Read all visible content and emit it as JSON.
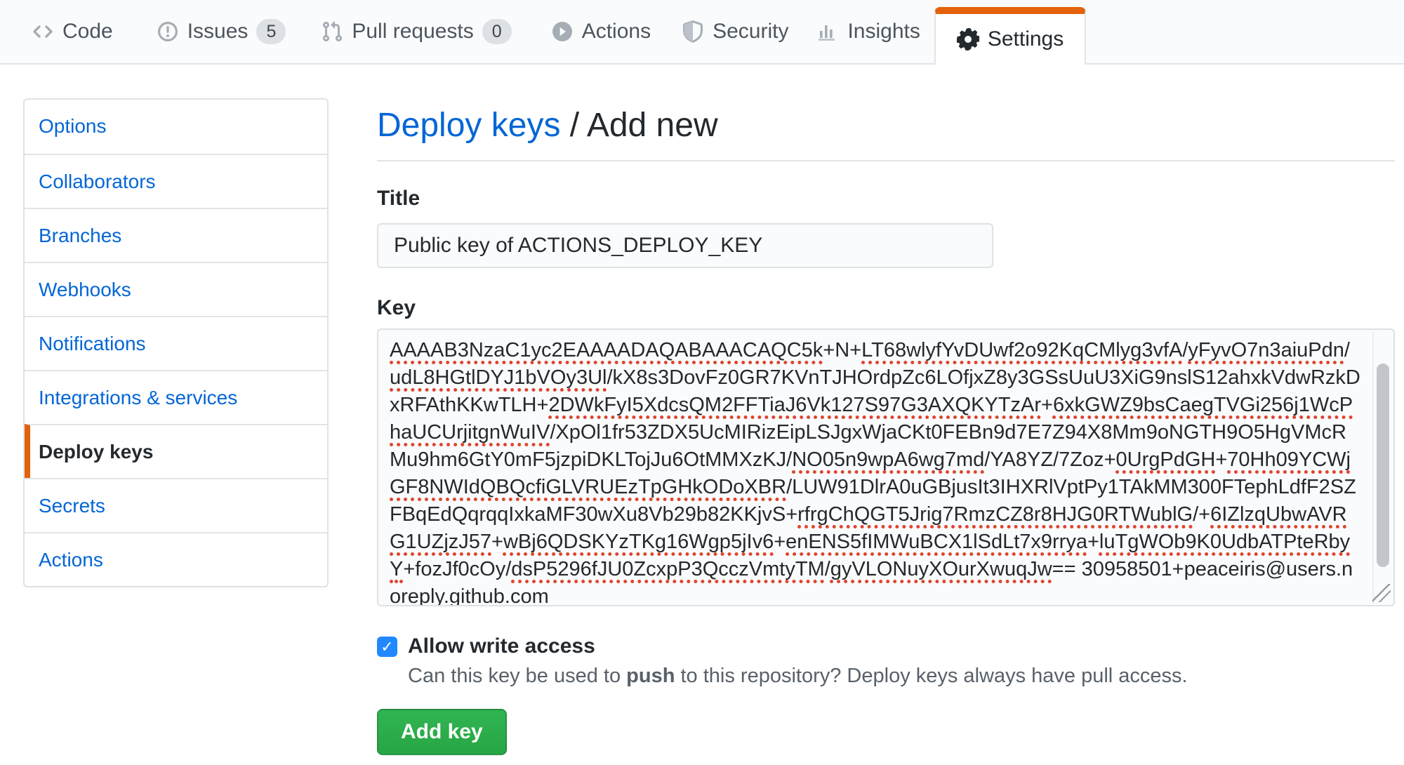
{
  "nav": {
    "tabs": [
      {
        "label": "Code",
        "icon": "code-icon"
      },
      {
        "label": "Issues",
        "icon": "issue-opened-icon",
        "badge": "5"
      },
      {
        "label": "Pull requests",
        "icon": "git-pull-request-icon",
        "badge": "0"
      },
      {
        "label": "Actions",
        "icon": "play-icon"
      },
      {
        "label": "Security",
        "icon": "shield-icon"
      },
      {
        "label": "Insights",
        "icon": "graph-icon"
      },
      {
        "label": "Settings",
        "icon": "gear-icon",
        "active": true
      }
    ]
  },
  "sidebar": {
    "items": [
      {
        "label": "Options"
      },
      {
        "label": "Collaborators"
      },
      {
        "label": "Branches"
      },
      {
        "label": "Webhooks"
      },
      {
        "label": "Notifications"
      },
      {
        "label": "Integrations & services"
      },
      {
        "label": "Deploy keys",
        "active": true
      },
      {
        "label": "Secrets"
      },
      {
        "label": "Actions"
      }
    ]
  },
  "main": {
    "breadcrumb": {
      "parent": "Deploy keys",
      "separator": " / ",
      "current": "Add new"
    },
    "title_field": {
      "label": "Title",
      "value": "Public key of ACTIONS_DEPLOY_KEY"
    },
    "key_field": {
      "label": "Key",
      "value": "AAAAB3NzaC1yc2EAAAADAQABAAACAQC5k+N+LT68wlyfYvDUwf2o92KqCMlyg3vfA/yFyvO7n3aiuPdn/udL8HGtlDYJ1bVOy3Ul/kX8s3DovFz0GR7KVnTJHOrdpZc6LOfjxZ8y3GSsUuU3XiG9nslS12ahxkVdwRzkDxRFAthKKwTLH+2DWkFyI5XdcsQM2FFTiaJ6Vk127S97G3AXQKYTzAr+6xkGWZ9bsCaegTVGi256j1WcPhaUCUrjitgnWuIV/XpOl1fr53ZDX5UcMIRizEipLSJgxWjaCKt0FEBn9d7E7Z94X8Mm9oNGTH9O5HgVMcRMu9hm6GtY0mF5jzpiDKLTojJu6OtMMXzKJ/NO05n9wpA6wg7md/YA8YZ/7Zoz+0UrgPdGH+70Hh09YCWjGF8NWIdQBQcfiGLVRUEzTpGHkODoXBR/LUW91DlrA0uGBjusIt3IHXRlVptPy1TAkMM300FTephLdfF2SZFBqEdQqrqqIxkaMF30wXu8Vb29b82KKjvS+rfrgChQGT5Jrig7RmzCZ8r8HJG0RTWublG/+6IZlzqUbwAVRG1UZjzJ57+wBj6QDSKYzTKg16Wgp5jIv6+enENS5fIMWuBCX1lSdLt7x9rrya+luTgWOb9K0UdbATPteRbyY+fozJf0cOy/dsP5296fJU0ZcxpP3QcczVmtyTM/gyVLONuyXOurXwuqJw== 30958501+peaceiris@users.noreply.github.com",
      "segments": [
        {
          "t": "AAAAB3NzaC1yc2EAAAADAQABAAACAQC5k",
          "u": true
        },
        {
          "t": "+N+",
          "u": false
        },
        {
          "t": "LT68wlyfYvDUwf2o92KqCMlyg3vfA",
          "u": true
        },
        {
          "t": "/",
          "u": false
        },
        {
          "t": "yFyvO7n3aiuPdn",
          "u": true
        },
        {
          "t": "/",
          "u": false
        },
        {
          "t": "udL8HGtlDYJ1bVOy3Ul",
          "u": true
        },
        {
          "t": "/",
          "u": false
        },
        {
          "t": "kX8s3DovFz0GR7KVnTJHOrdpZc6LOfjxZ8y3GSsUuU3XiG9nslS12ahxkVdwRzkDxRFAthKKwTLH",
          "u": false
        },
        {
          "t": "+",
          "u": false
        },
        {
          "t": "2DWkFyI5XdcsQM2FFTiaJ6Vk127S97G3AXQKYTzAr",
          "u": true
        },
        {
          "t": "+",
          "u": false
        },
        {
          "t": "6xkGWZ9bsCaegTVGi256j1WcPhaUCUrjitgnWuIV",
          "u": true
        },
        {
          "t": "/",
          "u": false
        },
        {
          "t": "XpOl1fr53ZDX5UcMIRizEipLSJgxWjaCKt0FEBn9d7E7Z94X8Mm9oNGTH9O5HgVMcRMu9hm6GtY0mF5jzpiDKLTojJu6OtMMXzKJ",
          "u": false
        },
        {
          "t": "/",
          "u": false
        },
        {
          "t": "NO05n9wpA6wg7md",
          "u": true
        },
        {
          "t": "/",
          "u": false
        },
        {
          "t": "YA8YZ/7Zoz",
          "u": false
        },
        {
          "t": "+",
          "u": false
        },
        {
          "t": "0UrgPdGH",
          "u": true
        },
        {
          "t": "+",
          "u": false
        },
        {
          "t": "70Hh09YCWjGF8NWIdQBQcfiGLVRUEzTpGHkODoXBR",
          "u": true
        },
        {
          "t": "/",
          "u": false
        },
        {
          "t": "LUW91DlrA0uGBjusIt3IHXRlVptPy1TAkMM300FTephLdfF2SZFBqEdQqrqqIxkaMF30wXu8Vb29b82KKjvS",
          "u": false
        },
        {
          "t": "+",
          "u": false
        },
        {
          "t": "rfrgChQGT5Jrig7RmzCZ8r8HJG0RTWublG",
          "u": true
        },
        {
          "t": "/+",
          "u": false
        },
        {
          "t": "6IZlzqUbwAVRG1UZjzJ57",
          "u": true
        },
        {
          "t": "+",
          "u": false
        },
        {
          "t": "wBj6QDSKYzTKg16Wgp5jIv6",
          "u": true
        },
        {
          "t": "+",
          "u": false
        },
        {
          "t": "enENS5fIMWuBCX1lSdLt7x9rrya",
          "u": true
        },
        {
          "t": "+",
          "u": false
        },
        {
          "t": "luTgWOb9K0UdbATPteRbyY",
          "u": true
        },
        {
          "t": "+fozJf0cOy",
          "u": false
        },
        {
          "t": "/",
          "u": false
        },
        {
          "t": "dsP5296fJU0ZcxpP3QcczVmtyTM",
          "u": true
        },
        {
          "t": "/",
          "u": false
        },
        {
          "t": "gyVLONuyXOurXwuqJw",
          "u": true
        },
        {
          "t": "== 30958501+peaceiris@users.noreply.github.com",
          "u": false
        }
      ]
    },
    "write_access": {
      "label": "Allow write access",
      "checked": true,
      "checkmark": "✓",
      "note_prefix": "Can this key be used to ",
      "note_bold": "push",
      "note_suffix": " to this repository? Deploy keys always have pull access."
    },
    "submit_label": "Add key"
  },
  "colors": {
    "accent_orange": "#e36209",
    "link_blue": "#0366d6",
    "button_green": "#28a745",
    "checkbox_blue": "#2188ff",
    "spellcheck_red": "#e0442e",
    "nav_background": "#fafbfc",
    "border_gray": "#e1e4e8"
  }
}
